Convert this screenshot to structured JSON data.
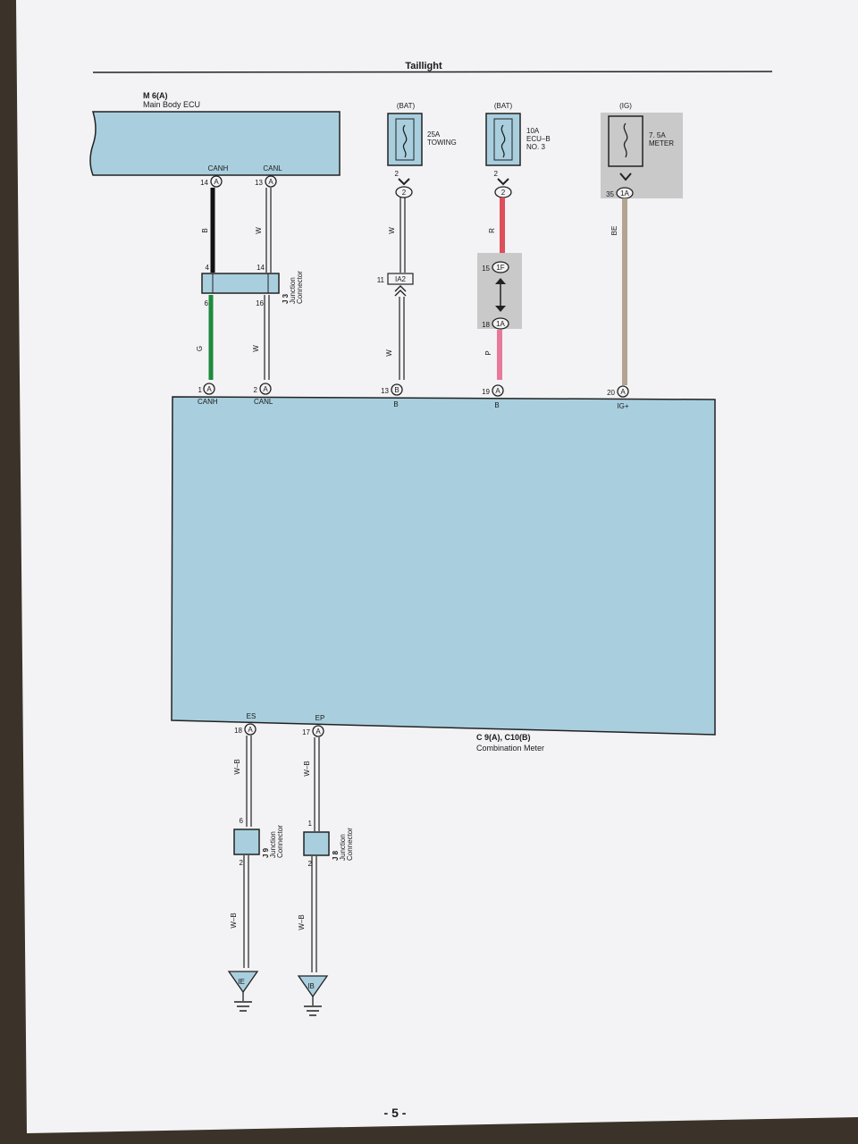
{
  "header": {
    "title": "Taillight"
  },
  "page": {
    "number": "- 5 -"
  },
  "colors": {
    "component": "#a9cfdf",
    "splice": "#c9c9c9",
    "wire_black": "#111111",
    "wire_green": "#1d8a3c",
    "wire_white": "#fbfbfb",
    "wire_red": "#dd4f5a",
    "wire_pink": "#e8799b",
    "wire_beige": "#b3a48f"
  },
  "ecu": {
    "code": "M 6(A)",
    "name": "Main Body ECU",
    "pin_canh": "CANH",
    "pin_canl": "CANL",
    "pin14": "14",
    "pin13": "13",
    "conn": "A"
  },
  "fuses": [
    {
      "source": "(BAT)",
      "name1": "25A",
      "name2": "TOWING",
      "name3": "",
      "pin": "2",
      "conn": "2"
    },
    {
      "source": "(BAT)",
      "name1": "10A",
      "name2": "ECU–B",
      "name3": "NO. 3",
      "pin": "2",
      "conn": "2"
    },
    {
      "source": "(IG)",
      "name1": "7. 5A",
      "name2": "METER",
      "name3": "",
      "pin": "35",
      "conn": "1A"
    }
  ],
  "wires": {
    "b": "B",
    "w": "W",
    "g": "G",
    "r": "R",
    "p": "P",
    "be": "BE",
    "wb": "W–B"
  },
  "j3": {
    "code": "J 3",
    "name1": "Junction",
    "name2": "Connector",
    "pin4": "4",
    "pin14": "14",
    "pin6": "6",
    "pin16": "16"
  },
  "ia2": {
    "pin": "11",
    "label": "IA2"
  },
  "splice_red": {
    "pin15": "15",
    "c15": "1F",
    "pin18": "18",
    "c18": "1A"
  },
  "meter": {
    "code": "C 9(A), C10(B)",
    "name": "Combination Meter",
    "top_pins": [
      {
        "num": "1",
        "conn": "A",
        "label": "CANH"
      },
      {
        "num": "2",
        "conn": "A",
        "label": "CANL"
      },
      {
        "num": "13",
        "conn": "B",
        "label": "B"
      },
      {
        "num": "19",
        "conn": "A",
        "label": "B"
      },
      {
        "num": "20",
        "conn": "A",
        "label": "IG+"
      }
    ],
    "bottom_pins": [
      {
        "num": "18",
        "conn": "A",
        "label": "ES"
      },
      {
        "num": "17",
        "conn": "A",
        "label": "EP"
      }
    ]
  },
  "j9": {
    "code": "J 9",
    "name1": "Junction",
    "name2": "Connector",
    "pin_top": "6",
    "pin_bot": "2"
  },
  "j8": {
    "code": "J 8",
    "name1": "Junction",
    "name2": "Connector",
    "pin_top": "1",
    "pin_bot": "2"
  },
  "grounds": [
    {
      "label": "IE"
    },
    {
      "label": "IB"
    }
  ]
}
